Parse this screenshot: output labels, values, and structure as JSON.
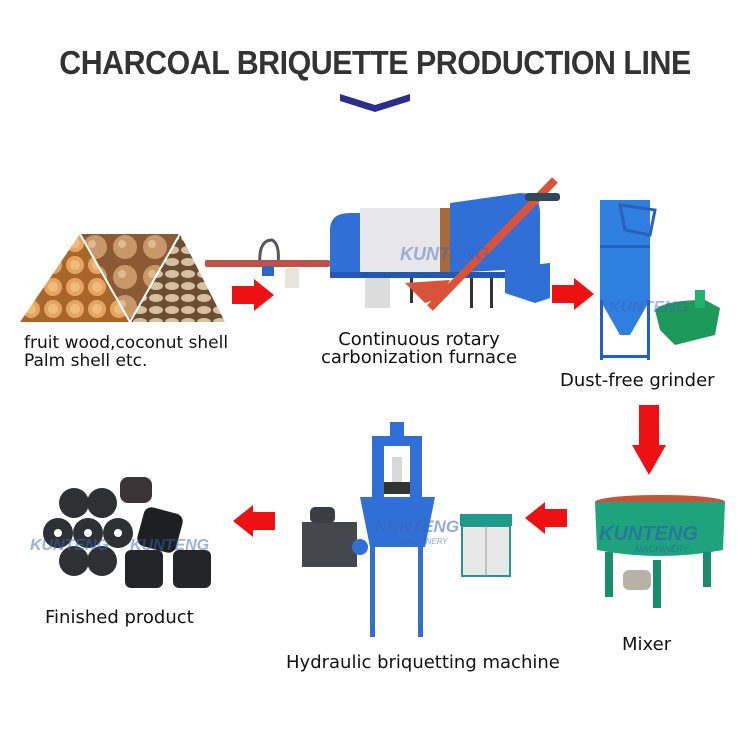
{
  "header": {
    "title": "CHARCOAL BRIQUETTE PRODUCTION LINE",
    "chevron_color": "#2b2e8c"
  },
  "colors": {
    "arrow": "#ee1111",
    "title": "#333333",
    "machine_blue": "#2f6fd6",
    "mixer_green": "#1ea37c",
    "grinder_green": "#1d9a5a",
    "screw_red": "#d9533a"
  },
  "steps": [
    {
      "id": "raw",
      "label_line1": "fruit wood,coconut shell",
      "label_line2": "Palm shell  etc."
    },
    {
      "id": "furnace",
      "label_line1": "Continuous rotary",
      "label_line2": "carbonization furnace"
    },
    {
      "id": "grinder",
      "label": "Dust-free grinder"
    },
    {
      "id": "mixer",
      "label": "Mixer"
    },
    {
      "id": "press",
      "label": "Hydraulic briquetting machine"
    },
    {
      "id": "product",
      "label": "Finished product"
    }
  ],
  "watermark": {
    "brand": "KUNTENG",
    "sub": "MACHINERY"
  }
}
